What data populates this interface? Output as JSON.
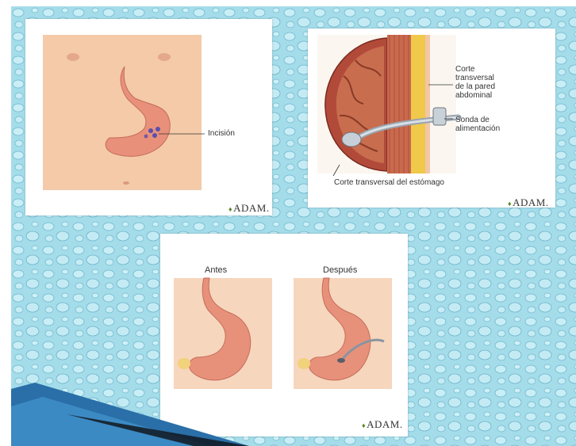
{
  "panel1": {
    "incision_label": "Incisión",
    "logo": "ADAM."
  },
  "panel2": {
    "wall_label_1": "Corte",
    "wall_label_2": "transversal",
    "wall_label_3": "de la pared",
    "wall_label_4": "abdominal",
    "tube_label_1": "Sonda de",
    "tube_label_2": "alimentación",
    "stomach_label": "Corte transversal del estómago",
    "logo": "ADAM."
  },
  "panel3": {
    "before_label": "Antes",
    "after_label": "Después",
    "logo": "ADAM."
  },
  "colors": {
    "background": "#9fdbe8",
    "skin": "#f3c9a8",
    "stomach": "#e8917a",
    "dark_blue_corner": "#1f6fb0"
  }
}
